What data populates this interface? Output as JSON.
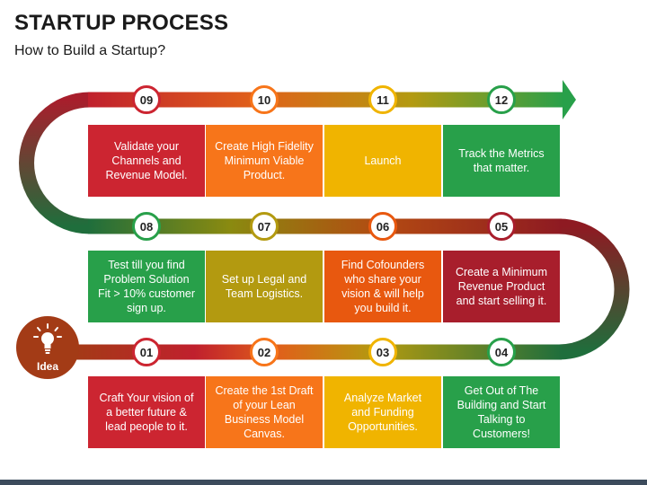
{
  "header": {
    "title": "STARTUP PROCESS",
    "subtitle": "How to Build a Startup?"
  },
  "start": {
    "label": "Idea",
    "icon": "lightbulb-icon"
  },
  "colors": {
    "red": "#cc2531",
    "orange": "#f7751a",
    "yellow": "#f0b400",
    "green": "#28a04a",
    "olive": "#b39a10",
    "dark_red": "#a81e2c",
    "dark_green": "#1f6e3c",
    "brown_start": "#a33b16"
  },
  "steps": [
    {
      "number": "01",
      "text": "Craft Your vision of a better future & lead people to it.",
      "color": "#cc2531"
    },
    {
      "number": "02",
      "text": "Create the 1st Draft of your Lean Business Model Canvas.",
      "color": "#f7751a"
    },
    {
      "number": "03",
      "text": "Analyze Market and Funding Opportunities.",
      "color": "#f0b400"
    },
    {
      "number": "04",
      "text": "Get Out of The Building and Start Talking to Customers!",
      "color": "#28a04a"
    },
    {
      "number": "05",
      "text": "Create a Minimum Revenue Product and start selling it.",
      "color": "#a81e2c"
    },
    {
      "number": "06",
      "text": "Find Cofounders who share your vision & will help you build it.",
      "color": "#e8580f"
    },
    {
      "number": "07",
      "text": "Set up Legal and Team Logistics.",
      "color": "#b39a10"
    },
    {
      "number": "08",
      "text": "Test till you find Problem Solution Fit > 10% customer sign up.",
      "color": "#28a04a"
    },
    {
      "number": "09",
      "text": "Validate your Channels and Revenue Model.",
      "color": "#cc2531"
    },
    {
      "number": "10",
      "text": "Create High Fidelity Minimum Viable Product.",
      "color": "#f7751a"
    },
    {
      "number": "11",
      "text": "Launch",
      "color": "#f0b400"
    },
    {
      "number": "12",
      "text": "Track the Metrics that matter.",
      "color": "#28a04a"
    }
  ]
}
